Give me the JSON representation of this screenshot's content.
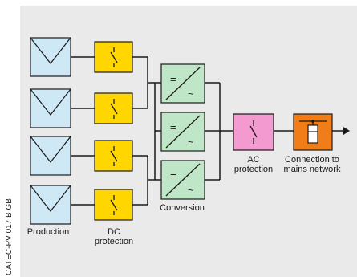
{
  "diagram": {
    "side_code": "CATEC-PV 017 B GB",
    "labels": {
      "production": "Production",
      "dc_protection_line1": "DC",
      "dc_protection_line2": "protection",
      "conversion": "Conversion",
      "ac_protection_line1": "AC",
      "ac_protection_line2": "protection",
      "connection_line1": "Connection to",
      "connection_line2": "mains network"
    },
    "inverter_symbols": {
      "dc": "=",
      "ac": "~"
    },
    "colors": {
      "panel_background": "#eaeaea",
      "pv_module": "#cfe8f5",
      "dc_switch": "#ffd600",
      "inverter": "#bfe6c6",
      "ac_switch": "#f39ad0",
      "grid_connection": "#f07d17"
    },
    "counts": {
      "pv_strings": 4,
      "inverters": 3
    }
  }
}
